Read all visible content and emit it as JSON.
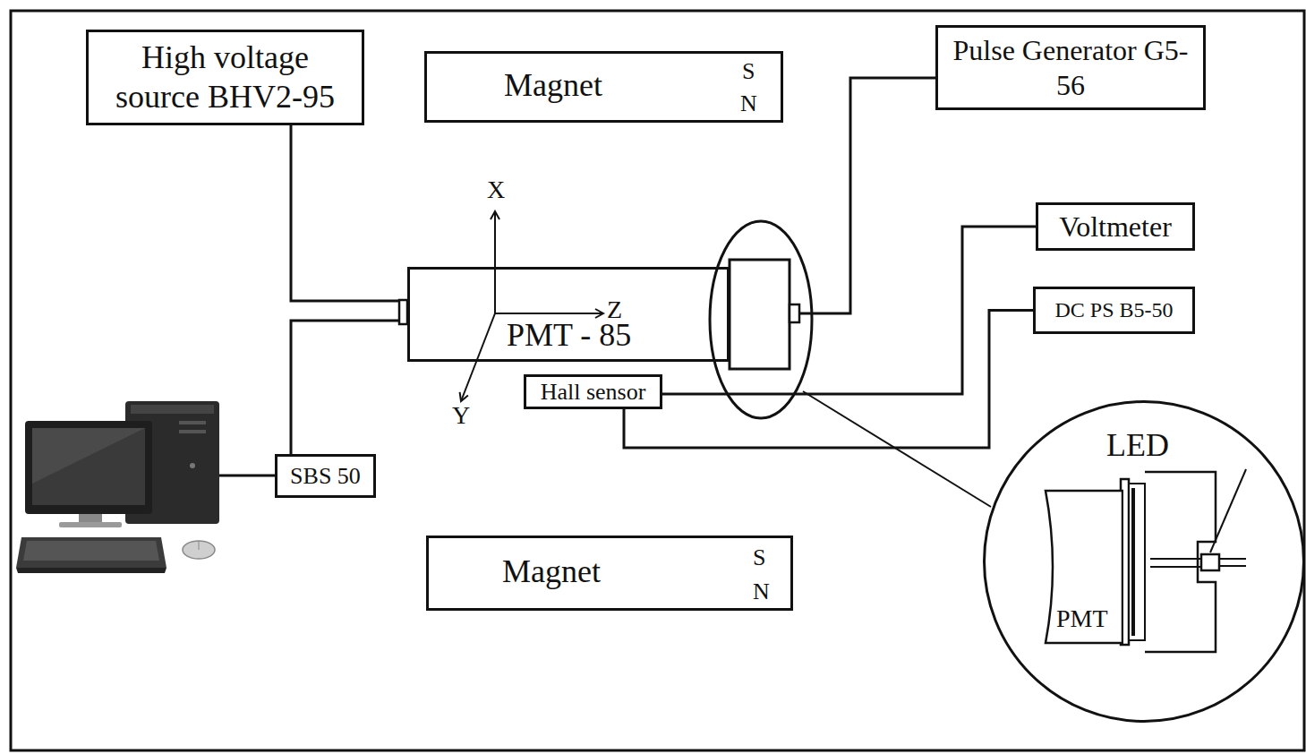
{
  "diagram": {
    "nodes": [
      {
        "text": [
          "High voltage source BHV2-95"
        ]
      },
      {
        "text": [
          "Magnet",
          "S",
          "N"
        ]
      },
      {
        "text": [
          "Pulse Generator G5-56"
        ]
      },
      {
        "text": [
          "PMT - 85"
        ]
      },
      {
        "text": [
          "Voltmeter"
        ]
      },
      {
        "text": [
          "DC PS B5-50"
        ]
      },
      {
        "text": [
          "Hall sensor"
        ]
      },
      {
        "text": [
          "SBS 50"
        ]
      },
      {
        "text": [
          "Magnet",
          "S",
          "N"
        ]
      },
      {
        "text": [
          "LED"
        ]
      },
      {
        "text": [
          "PMT"
        ],
        "in": 9
      }
    ],
    "edges": [
      {
        "from": 0,
        "to": 3,
        "arrow": "none"
      },
      {
        "from": 7,
        "to": 3,
        "arrow": "none"
      },
      {
        "from": 2,
        "to": 3,
        "arrow": "none"
      },
      {
        "from": 4,
        "to": 6,
        "arrow": "none"
      },
      {
        "from": 5,
        "to": 6,
        "arrow": "none"
      }
    ],
    "labels": [
      "X",
      "Z",
      "Y"
    ]
  }
}
